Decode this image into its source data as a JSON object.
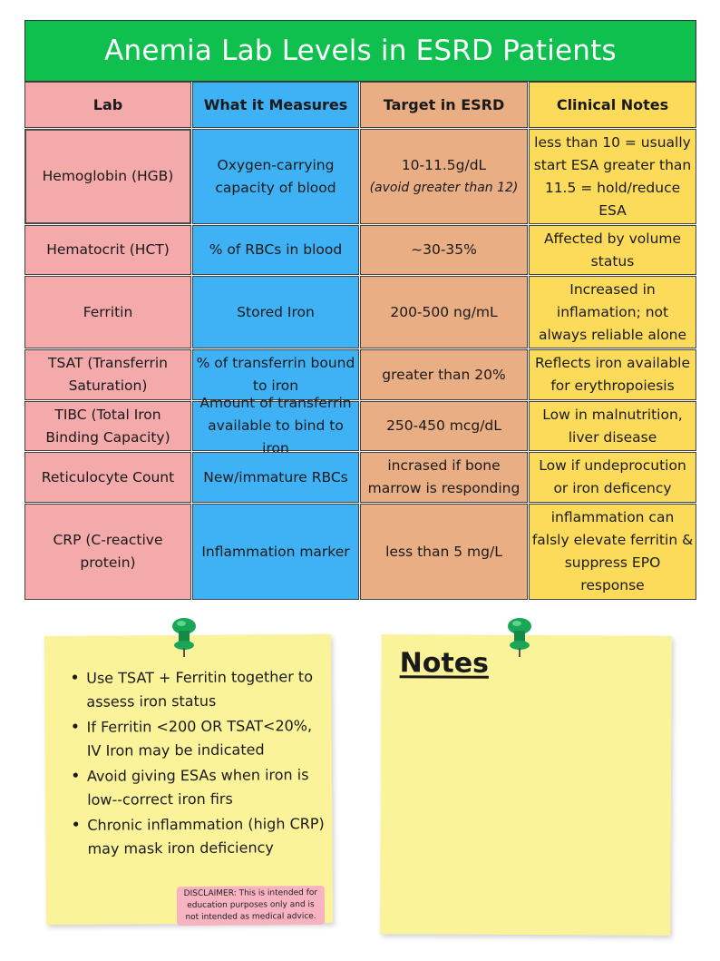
{
  "title": "Anemia Lab Levels in ESRD Patients",
  "table": {
    "headers": [
      "Lab",
      "What it Measures",
      "Target in ESRD",
      "Clinical Notes"
    ],
    "rows": [
      {
        "lab": "Hemoglobin (HGB)",
        "measures": "Oxygen-carrying capacity of blood",
        "target": "10-11.5g/dL",
        "target_note": "(avoid greater than 12)",
        "notes": "less than 10 = usually start ESA greater than 11.5 = hold/reduce ESA"
      },
      {
        "lab": "Hematocrit  (HCT)",
        "measures": "% of RBCs in blood",
        "target": "~30-35%",
        "notes": "Affected by volume status"
      },
      {
        "lab": "Ferritin",
        "measures": "Stored Iron",
        "target": "200-500 ng/mL",
        "notes": "Increased in inflamation; not always reliable alone"
      },
      {
        "lab": "TSAT (Transferrin Saturation)",
        "measures": "% of transferrin bound to iron",
        "target": "greater than 20%",
        "notes": "Reflects iron available for erythropoiesis"
      },
      {
        "lab": "TIBC (Total Iron Binding Capacity)",
        "measures": "Amount of transferrin available to bind to iron",
        "target": "250-450 mcg/dL",
        "notes": "Low in malnutrition, liver disease"
      },
      {
        "lab": "Reticulocyte Count",
        "measures": "New/immature RBCs",
        "target": "incrased if bone marrow is responding",
        "notes": "Low if undeprocution or iron deficency"
      },
      {
        "lab": "CRP (C-reactive protein)",
        "measures": "Inflammation marker",
        "target": "less than 5 mg/L",
        "notes": "inflammation can falsly elevate ferritin & suppress EPO response"
      }
    ]
  },
  "tips": [
    "Use TSAT + Ferritin together to assess iron status",
    "If Ferritin <200 OR TSAT<20%, IV Iron may be indicated",
    "Avoid giving ESAs when iron is low--correct iron firs",
    "Chronic inflammation (high CRP) may mask iron deficiency"
  ],
  "disclaimer": "DISCLAIMER: This is intended for education purposes only and is not intended as medical advice.",
  "notes_heading": "Notes",
  "colors": {
    "title_bg": "#0fc04f",
    "lab_col": "#f4a9ab",
    "measures_col": "#3fb1f5",
    "target_col": "#eaae84",
    "notes_col": "#fcdb5a",
    "sticky": "#fbf39a",
    "pin": "#1aa657",
    "disclaimer_bg": "#f7b3c2"
  },
  "icons": [
    "push-pin-icon"
  ]
}
